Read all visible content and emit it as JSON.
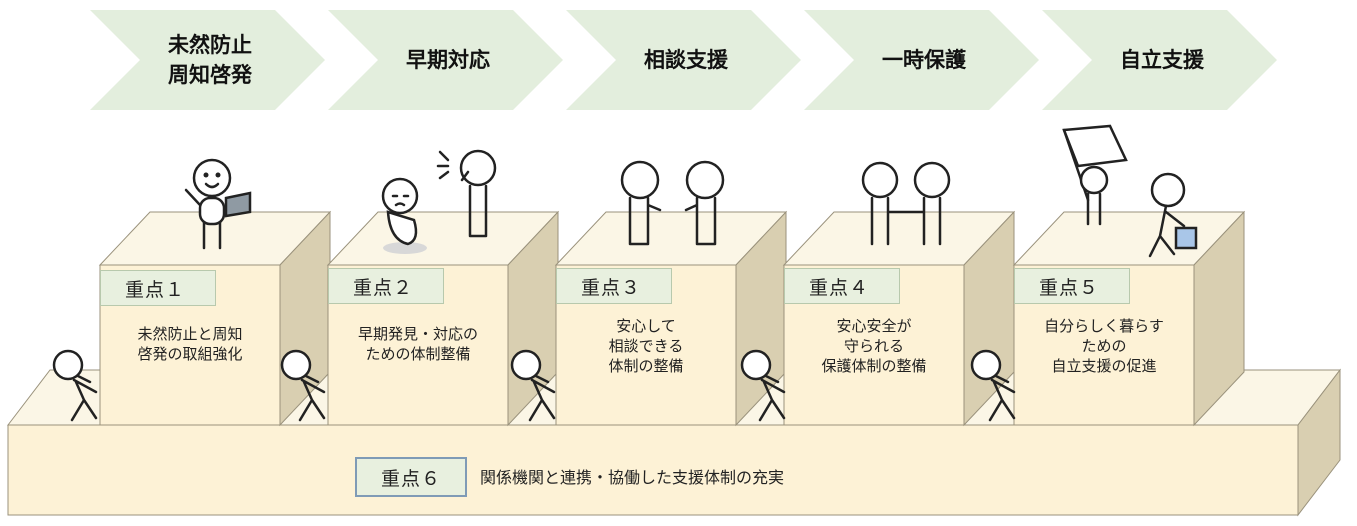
{
  "stages": [
    {
      "label": "未然防止\n周知啓発"
    },
    {
      "label": "早期対応"
    },
    {
      "label": "相談支援"
    },
    {
      "label": "一時保護"
    },
    {
      "label": "自立支援"
    }
  ],
  "priorities": [
    {
      "badge": "重点１",
      "description": "未然防止と周知\n啓発の取組強化"
    },
    {
      "badge": "重点２",
      "description": "早期発見・対応の\nための体制整備"
    },
    {
      "badge": "重点３",
      "description": "安心して\n相談できる\n体制の整備"
    },
    {
      "badge": "重点４",
      "description": "安心安全が\n守られる\n保護体制の整備"
    },
    {
      "badge": "重点５",
      "description": "自分らしく暮らす\nための\n自立支援の促進"
    }
  ],
  "foundation": {
    "badge": "重点６",
    "description": "関係機関と連携・協働した支援体制の充実"
  },
  "colors": {
    "chevron": "#e3eedd",
    "block_front": "#fdf2d6",
    "block_top": "#fbf6e6",
    "block_side": "#d9cfb1",
    "badge_fill": "#e8f0df",
    "badge6_border": "#7f9bb6"
  }
}
